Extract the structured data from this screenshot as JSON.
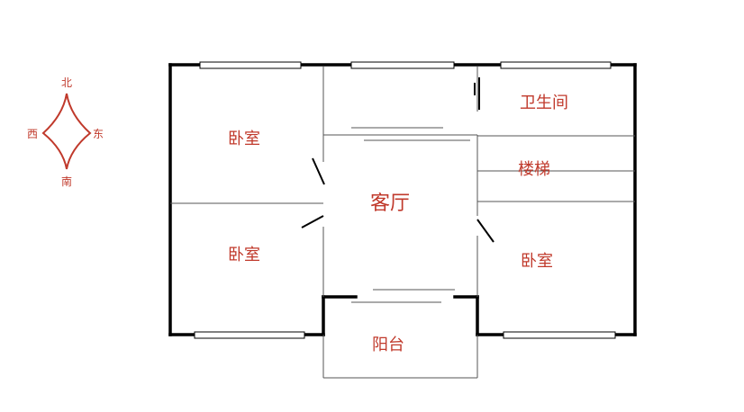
{
  "colors": {
    "wall": "#000000",
    "thin_line": "#555555",
    "window_fill": "#ffffff",
    "label": "#c0392b",
    "compass": "#c0392b"
  },
  "compass": {
    "north": "北",
    "south": "南",
    "east": "东",
    "west": "西"
  },
  "rooms": {
    "bedroom_nw": "卧室",
    "bedroom_sw": "卧室",
    "living_room": "客厅",
    "bathroom": "卫生间",
    "stairs": "楼梯",
    "bedroom_se": "卧室",
    "balcony": "阳台"
  }
}
